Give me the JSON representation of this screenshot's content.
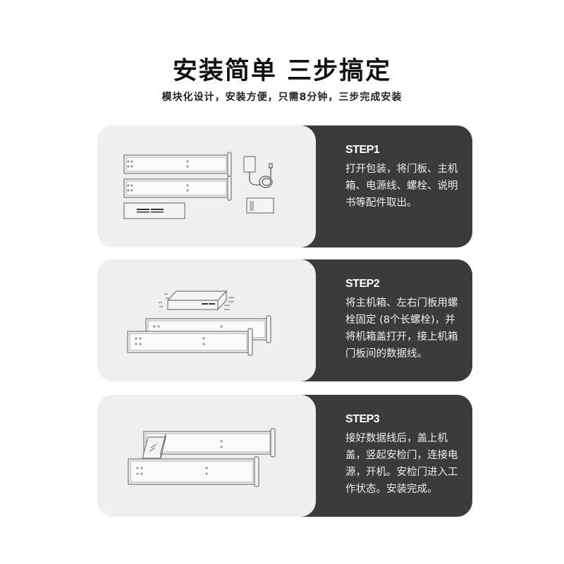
{
  "header": {
    "title": "安装简单 三步搞定",
    "subtitle": "模块化设计，安装方便，只需8分钟，三步完成安装"
  },
  "steps": [
    {
      "label": "STEP1",
      "description": "打开包装，将门板、主机箱、电源线、螺栓、说明书等配件取出。",
      "illustration": "unboxed-parts-illustration"
    },
    {
      "label": "STEP2",
      "description": "将主机箱、左右门板用螺栓固定 (8个长螺栓)，并将机箱盖打开，接上机箱门板间的数据线。",
      "illustration": "assembly-illustration"
    },
    {
      "label": "STEP3",
      "description": "接好数据线后，盖上机盖，竖起安检门，连接电源，开机。安检门进入工作状态。安装完成。",
      "illustration": "completed-gate-illustration"
    }
  ],
  "colors": {
    "dark_panel": "#3b3b3b",
    "light_panel": "#efefef",
    "text_dark": "#111111",
    "text_light": "#f2f2f2"
  }
}
